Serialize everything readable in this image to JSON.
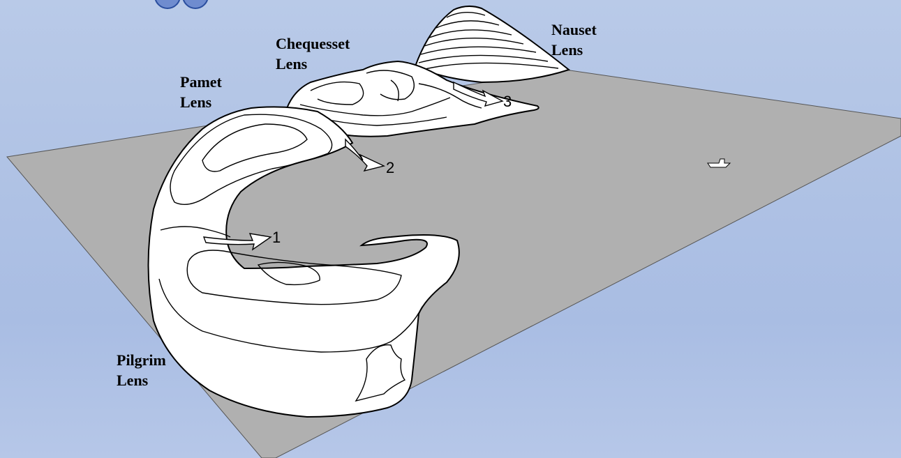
{
  "labels": {
    "nauset": [
      "Nauset",
      "Lens"
    ],
    "chequesset": [
      "Chequesset",
      "Lens"
    ],
    "pamet": [
      "Pamet",
      "Lens"
    ],
    "pilgrim": [
      "Pilgrim",
      "Lens"
    ]
  },
  "flow_markers": [
    "1",
    "2",
    "3"
  ],
  "colors": {
    "background": "#b0c3e6",
    "plane": "#b0b0b0",
    "lens": "#ffffff",
    "outline": "#000000"
  }
}
